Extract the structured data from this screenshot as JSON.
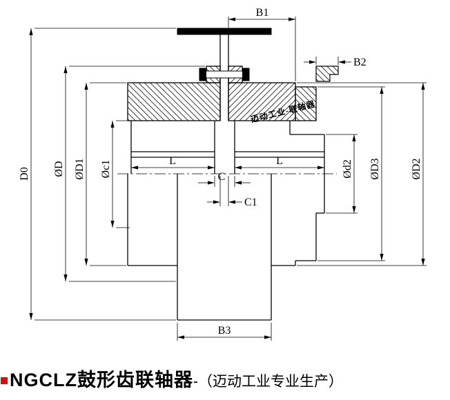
{
  "drawing": {
    "dimensions": {
      "b1": "B1",
      "b2": "B2",
      "b3": "B3",
      "c": "C",
      "c1": "C1",
      "l_left": "L",
      "l_right": "L",
      "d0": "D0",
      "d": "ØD",
      "d1": "ØD1",
      "c1_dia": "Øc1",
      "d2_small": "Ød2",
      "d3": "ØD3",
      "d2": "ØD2"
    },
    "watermark": "迈动工业-联轴器",
    "colors": {
      "line": "#000000",
      "hatch": "#161616",
      "watermark": "#cc2222",
      "marker": "#cc1111"
    }
  },
  "title": {
    "main": "NGCLZ鼓形齿联轴器",
    "suffix": "-（迈动工业专业生产）"
  }
}
